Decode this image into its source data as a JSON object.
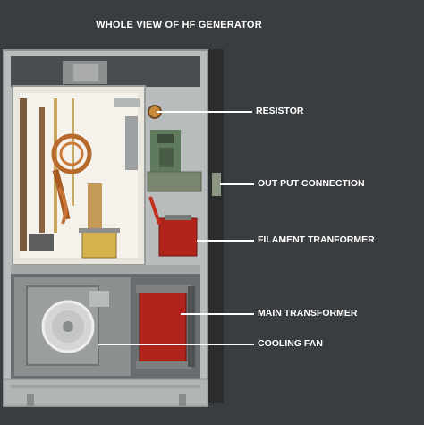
{
  "title": "WHOLE VIEW OF HF GENERATOR",
  "labels": {
    "resistor": "RESISTOR",
    "output_connection": "OUT PUT CONNECTION",
    "filament_transformer": "FILAMENT TRANFORMER",
    "main_transformer": "MAIN TRANSFORMER",
    "cooling_fan": "COOLING FAN"
  },
  "colors": {
    "background": "#3a3d40",
    "cabinet": "#b9bcbd",
    "transformer_red": "#b0241c",
    "copper": "#b86a2c",
    "label_text": "#ffffff"
  }
}
